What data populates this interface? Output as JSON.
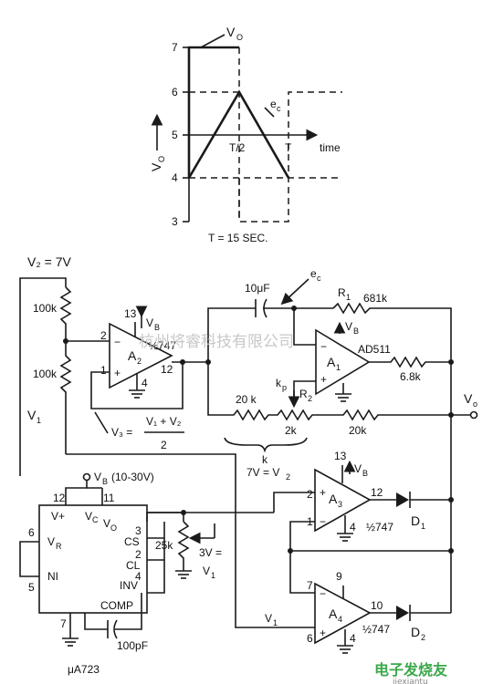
{
  "graph": {
    "vo_top": "V",
    "vo_top_sub": "O",
    "y_ticks": [
      "7",
      "6",
      "5",
      "4",
      "3"
    ],
    "y_axis_label": "V",
    "y_axis_sub": "O",
    "ec_label": "e",
    "ec_sub": "c",
    "t_half": "T/2",
    "t_full": "T",
    "x_axis_label": "time",
    "period_note": "T = 15 SEC."
  },
  "labels": {
    "v2_top": "V₂ = 7V",
    "r100k_a": "100k",
    "r100k_b": "100k",
    "v1_left": "V",
    "v1_left_sub": "1",
    "cap_10uf": "10μF",
    "ec2": "e",
    "ec2_sub": "c",
    "r1": "R",
    "r1_sub": "1",
    "r1_val": "681k",
    "a2_pin13": "13",
    "vb_a2": "V",
    "vb_a2_sub": "B",
    "a2_pin2": "2",
    "a2_pin1": "1",
    "a2_pin4": "4",
    "a2_pin12": "12",
    "a2": "A",
    "a2_sub": "2",
    "a2_part": "½747",
    "vb_a1": "V",
    "vb_a1_sub": "B",
    "a1": "A",
    "a1_sub": "1",
    "ad511": "AD511",
    "r68k": "6.8k",
    "kp": "k",
    "kp_sub": "p",
    "r20k_a": "20 k",
    "r2": "R",
    "r2_sub": "2",
    "r2_val": "2k",
    "r20k_b": "20k",
    "k_brace": "k",
    "vo_out": "V",
    "vo_out_sub": "o",
    "v3_lhs": "V₃ =",
    "v3_num": "V₁ + V₂",
    "v3_den": "2",
    "vb_supply": "V",
    "vb_supply_sub": "B",
    "vb_range": "(10-30V)",
    "a3_pin13": "13",
    "vb_a3": "V",
    "vb_a3_sub": "B",
    "v7eq": "7V = V",
    "v7eq_sub": "2",
    "a3_pin2": "2",
    "a3_pin1": "1",
    "a3_pin12": "12",
    "a3_pin4": "4",
    "a3": "A",
    "a3_sub": "3",
    "a3_part": "½747",
    "d1": "D",
    "d1_sub": "1",
    "ic_pin12": "12",
    "ic_pin11": "11",
    "ic_vplus": "V+",
    "ic_vc": "V",
    "ic_vc_sub": "C",
    "ic_vo": "V",
    "ic_vo_sub": "O",
    "ic_pin3": "3",
    "ic_cs": "CS",
    "ic_pin2": "2",
    "ic_cl": "CL",
    "ic_pin4": "4",
    "ic_inv": "INV",
    "ic_comp": "COMP",
    "ic_pin6": "6",
    "ic_vr": "V",
    "ic_vr_sub": "R",
    "ic_pin5": "5",
    "ic_ni": "NI",
    "ic_pin7": "7",
    "pot25k": "25k",
    "v3v": "3V =",
    "v3v_v1": "V",
    "v3v_v1_sub": "1",
    "a4_pin9": "9",
    "a4_pin7": "7",
    "a4_pin6": "6",
    "a4_pin10": "10",
    "a4_pin4": "4",
    "a4": "A",
    "a4_sub": "4",
    "a4_part": "½747",
    "d2": "D",
    "d2_sub": "2",
    "v1_a4": "V",
    "v1_a4_sub": "1",
    "c100pf": "100pF",
    "ua723": "μA723",
    "watermark_cn": "杭州将睿科技有限公司",
    "watermark_site": "jiexiantu",
    "watermark_logo": "电子发烧友"
  }
}
